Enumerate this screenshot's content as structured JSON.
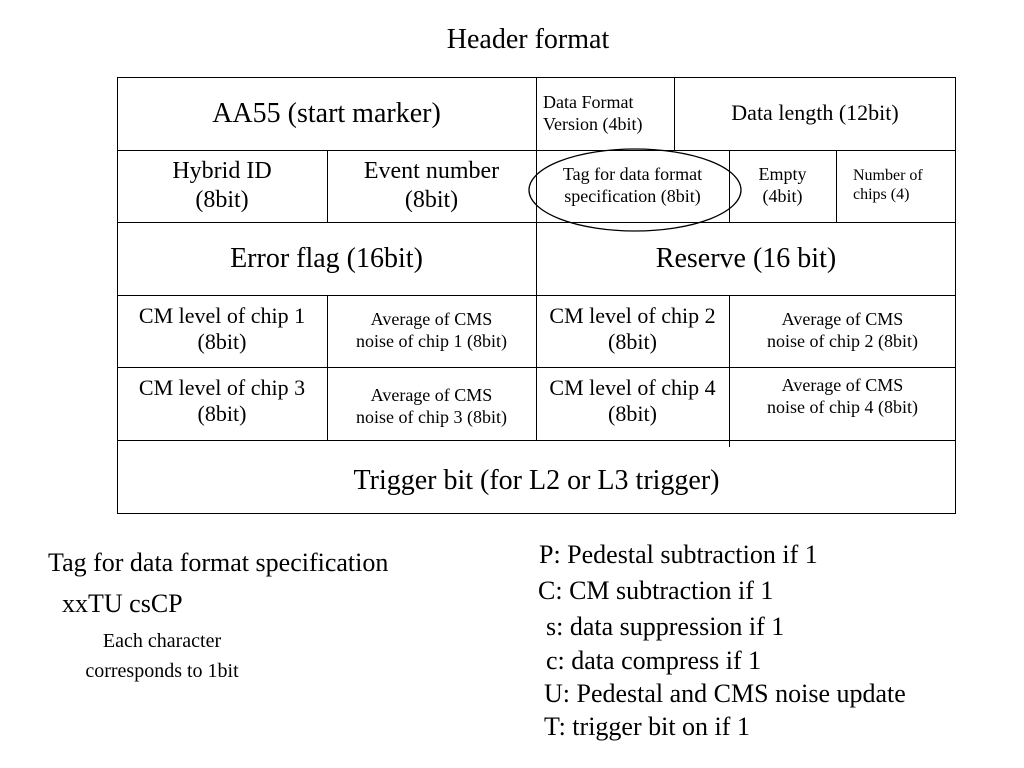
{
  "title": "Header format",
  "table": {
    "row1": {
      "start_marker": "AA55 (start marker)",
      "version_l1": "Data Format",
      "version_l2": "Version (4bit)",
      "data_length": "Data length (12bit)"
    },
    "row2": {
      "hybrid_l1": "Hybrid ID",
      "hybrid_l2": "(8bit)",
      "event_l1": "Event number",
      "event_l2": "(8bit)",
      "tag_l1": "Tag for data format",
      "tag_l2": "specification (8bit)",
      "empty_l1": "Empty",
      "empty_l2": "(4bit)",
      "chips_l1": "Number of",
      "chips_l2": "chips (4)"
    },
    "row3": {
      "error_flag": "Error flag (16bit)",
      "reserve": "Reserve (16 bit)"
    },
    "row4": {
      "cm1_l1": "CM level of chip 1",
      "cm1_l2": "(8bit)",
      "avg1_l1": "Average of CMS",
      "avg1_l2": "noise of chip 1 (8bit)",
      "cm2_l1": "CM level of chip 2",
      "cm2_l2": "(8bit)",
      "avg2_l1": "Average of CMS",
      "avg2_l2": "noise of chip 2 (8bit)"
    },
    "row5": {
      "cm3_l1": "CM level of chip 3",
      "cm3_l2": "(8bit)",
      "avg3_l1": "Average of CMS",
      "avg3_l2": "noise of chip 3 (8bit)",
      "cm4_l1": "CM level of chip 4",
      "cm4_l2": "(8bit)",
      "avg4_l1": "Average of CMS",
      "avg4_l2": "noise of chip 4 (8bit)"
    },
    "row6": {
      "trigger": "Trigger bit (for L2 or L3 trigger)"
    }
  },
  "tag_note": {
    "heading": "Tag for data format specification",
    "bits": "xxTU csCP",
    "explain_l1": "Each character",
    "explain_l2": "corresponds to 1bit"
  },
  "legend": [
    "P: Pedestal subtraction if 1",
    "C: CM subtraction if 1",
    "s: data suppression if 1",
    "c: data compress if 1",
    "U: Pedestal and CMS noise update",
    "T: trigger bit on if 1"
  ]
}
